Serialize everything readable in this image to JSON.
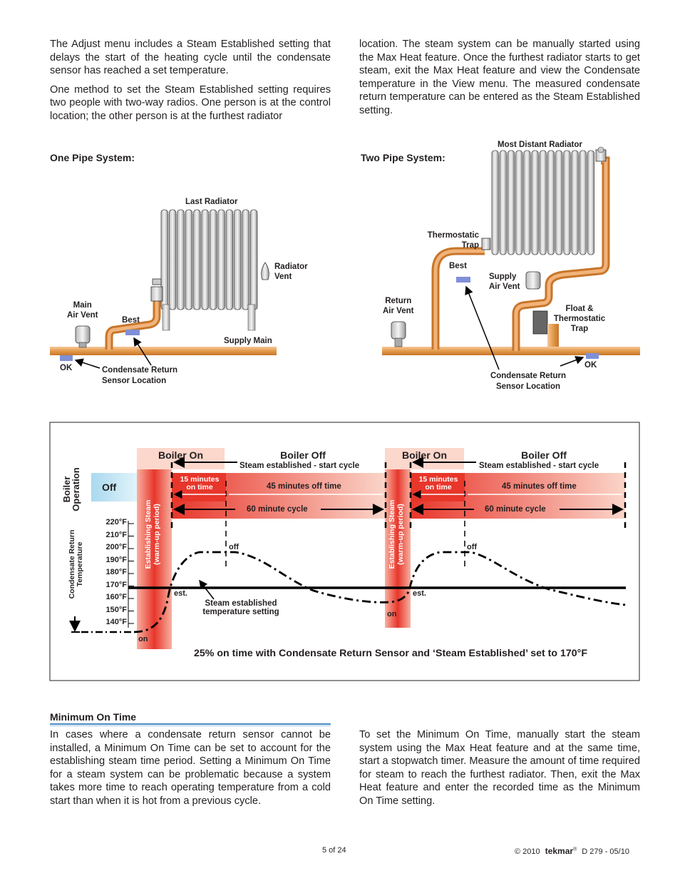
{
  "text": {
    "col1_p1": "The Adjust menu includes a Steam Established setting that delays the start of the heating cycle until the condensate sensor has reached a set temperature.",
    "col1_p2": "One method to set the Steam Established setting requires two people with two-way radios. One person is at the control location; the other person is at the furthest radiator",
    "col2_p1": "location. The steam system can be manually started using the Max Heat feature. Once the furthest radiator starts to get steam, exit the Max Heat feature and view the Condensate temperature in the View menu. The measured condensate return temperature can be entered as the Steam Established setting."
  },
  "one_pipe": {
    "title": "One Pipe System:",
    "last_radiator": "Last Radiator",
    "radiator_vent_1": "Radiator",
    "radiator_vent_2": "Vent",
    "main_vent_1": "Main",
    "main_vent_2": "Air Vent",
    "best": "Best",
    "supply_main": "Supply Main",
    "ok": "OK",
    "sensor_1": "Condensate Return",
    "sensor_2": "Sensor Location"
  },
  "two_pipe": {
    "title": "Two Pipe System:",
    "most_distant": "Most Distant Radiator",
    "thermo_1": "Thermostatic",
    "thermo_2": "Trap",
    "best": "Best",
    "supply_vent_1": "Supply",
    "supply_vent_2": "Air Vent",
    "return_vent_1": "Return",
    "return_vent_2": "Air Vent",
    "float_1": "Float &",
    "float_2": "Thermostatic",
    "float_3": "Trap",
    "ok": "OK",
    "sensor_1": "Condensate Return",
    "sensor_2": "Sensor Location"
  },
  "timing": {
    "boiler_on": "Boiler On",
    "boiler_off": "Boiler Off",
    "steam_est": "Steam established - start cycle",
    "off": "Off",
    "boiler_op_1": "Boiler",
    "boiler_op_2": "Operation",
    "min15_1": "15 minutes",
    "min15_2": "on time",
    "min45": "45 minutes off time",
    "cycle60": "60 minute cycle",
    "establishing_1": "Establishing Steam",
    "establishing_2": "(warm-up period)",
    "cond_1": "Condensate Return",
    "cond_2": "Temperature",
    "temps": [
      "220°F",
      "210°F",
      "200°F",
      "190°F",
      "180°F",
      "170°F",
      "160°F",
      "150°F",
      "140°F"
    ],
    "on": "on",
    "off_lbl": "off",
    "est": "est.",
    "setting_1": "Steam established",
    "setting_2": "temperature setting",
    "caption": "25% on time with Condensate Return Sensor and ‘Steam Established’ set to 170°F"
  },
  "min_on": {
    "heading": "Minimum On Time",
    "p1": "In cases where a condensate return sensor cannot be installed, a Minimum On Time can be set to account for the establishing steam time period. Setting a Minimum On Time for a steam system can be problematic because a system takes more time to reach operating temperature from a cold start than when it is hot from a previous cycle.",
    "p2": "To set the Minimum On Time, manually start the steam system using the Max Heat feature and at the same time, start a stopwatch timer. Measure the amount of time required for steam to reach the furthest radiator. Then, exit the Max Heat feature and enter the recorded time as the Minimum On Time setting."
  },
  "footer": {
    "page": "5 of 24",
    "copyright": "© 2010",
    "brand": "tekmar",
    "reg": "®",
    "doc": "D 279 - 05/10"
  }
}
